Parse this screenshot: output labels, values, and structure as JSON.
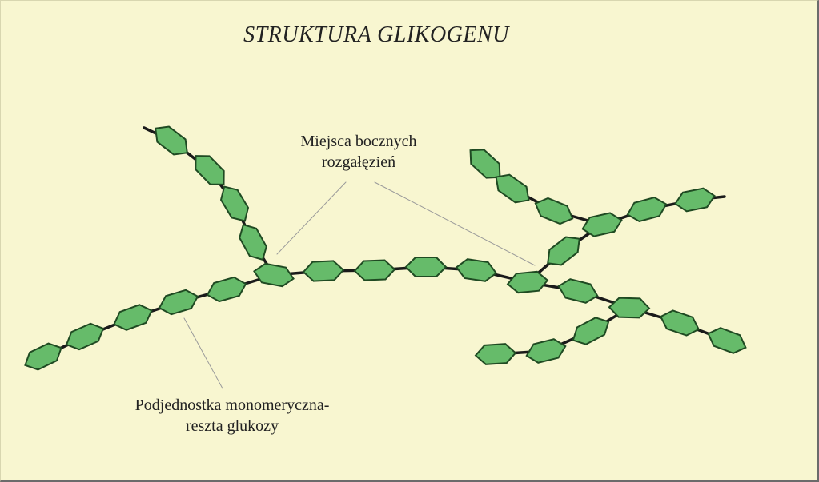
{
  "title": "STRUKTURA GLIKOGENU",
  "labels": {
    "branch_points_line1": "Miejsca bocznych",
    "branch_points_line2": "rozgałęzień",
    "monomer_line1": "Podjednostka monomeryczna-",
    "monomer_line2": "reszta glukozy"
  },
  "colors": {
    "background": "#f8f6d0",
    "unit_fill": "#66bb6a",
    "unit_stroke": "#1f4a22",
    "bond": "#1a1a1a",
    "pointer": "#9a9a9a"
  }
}
